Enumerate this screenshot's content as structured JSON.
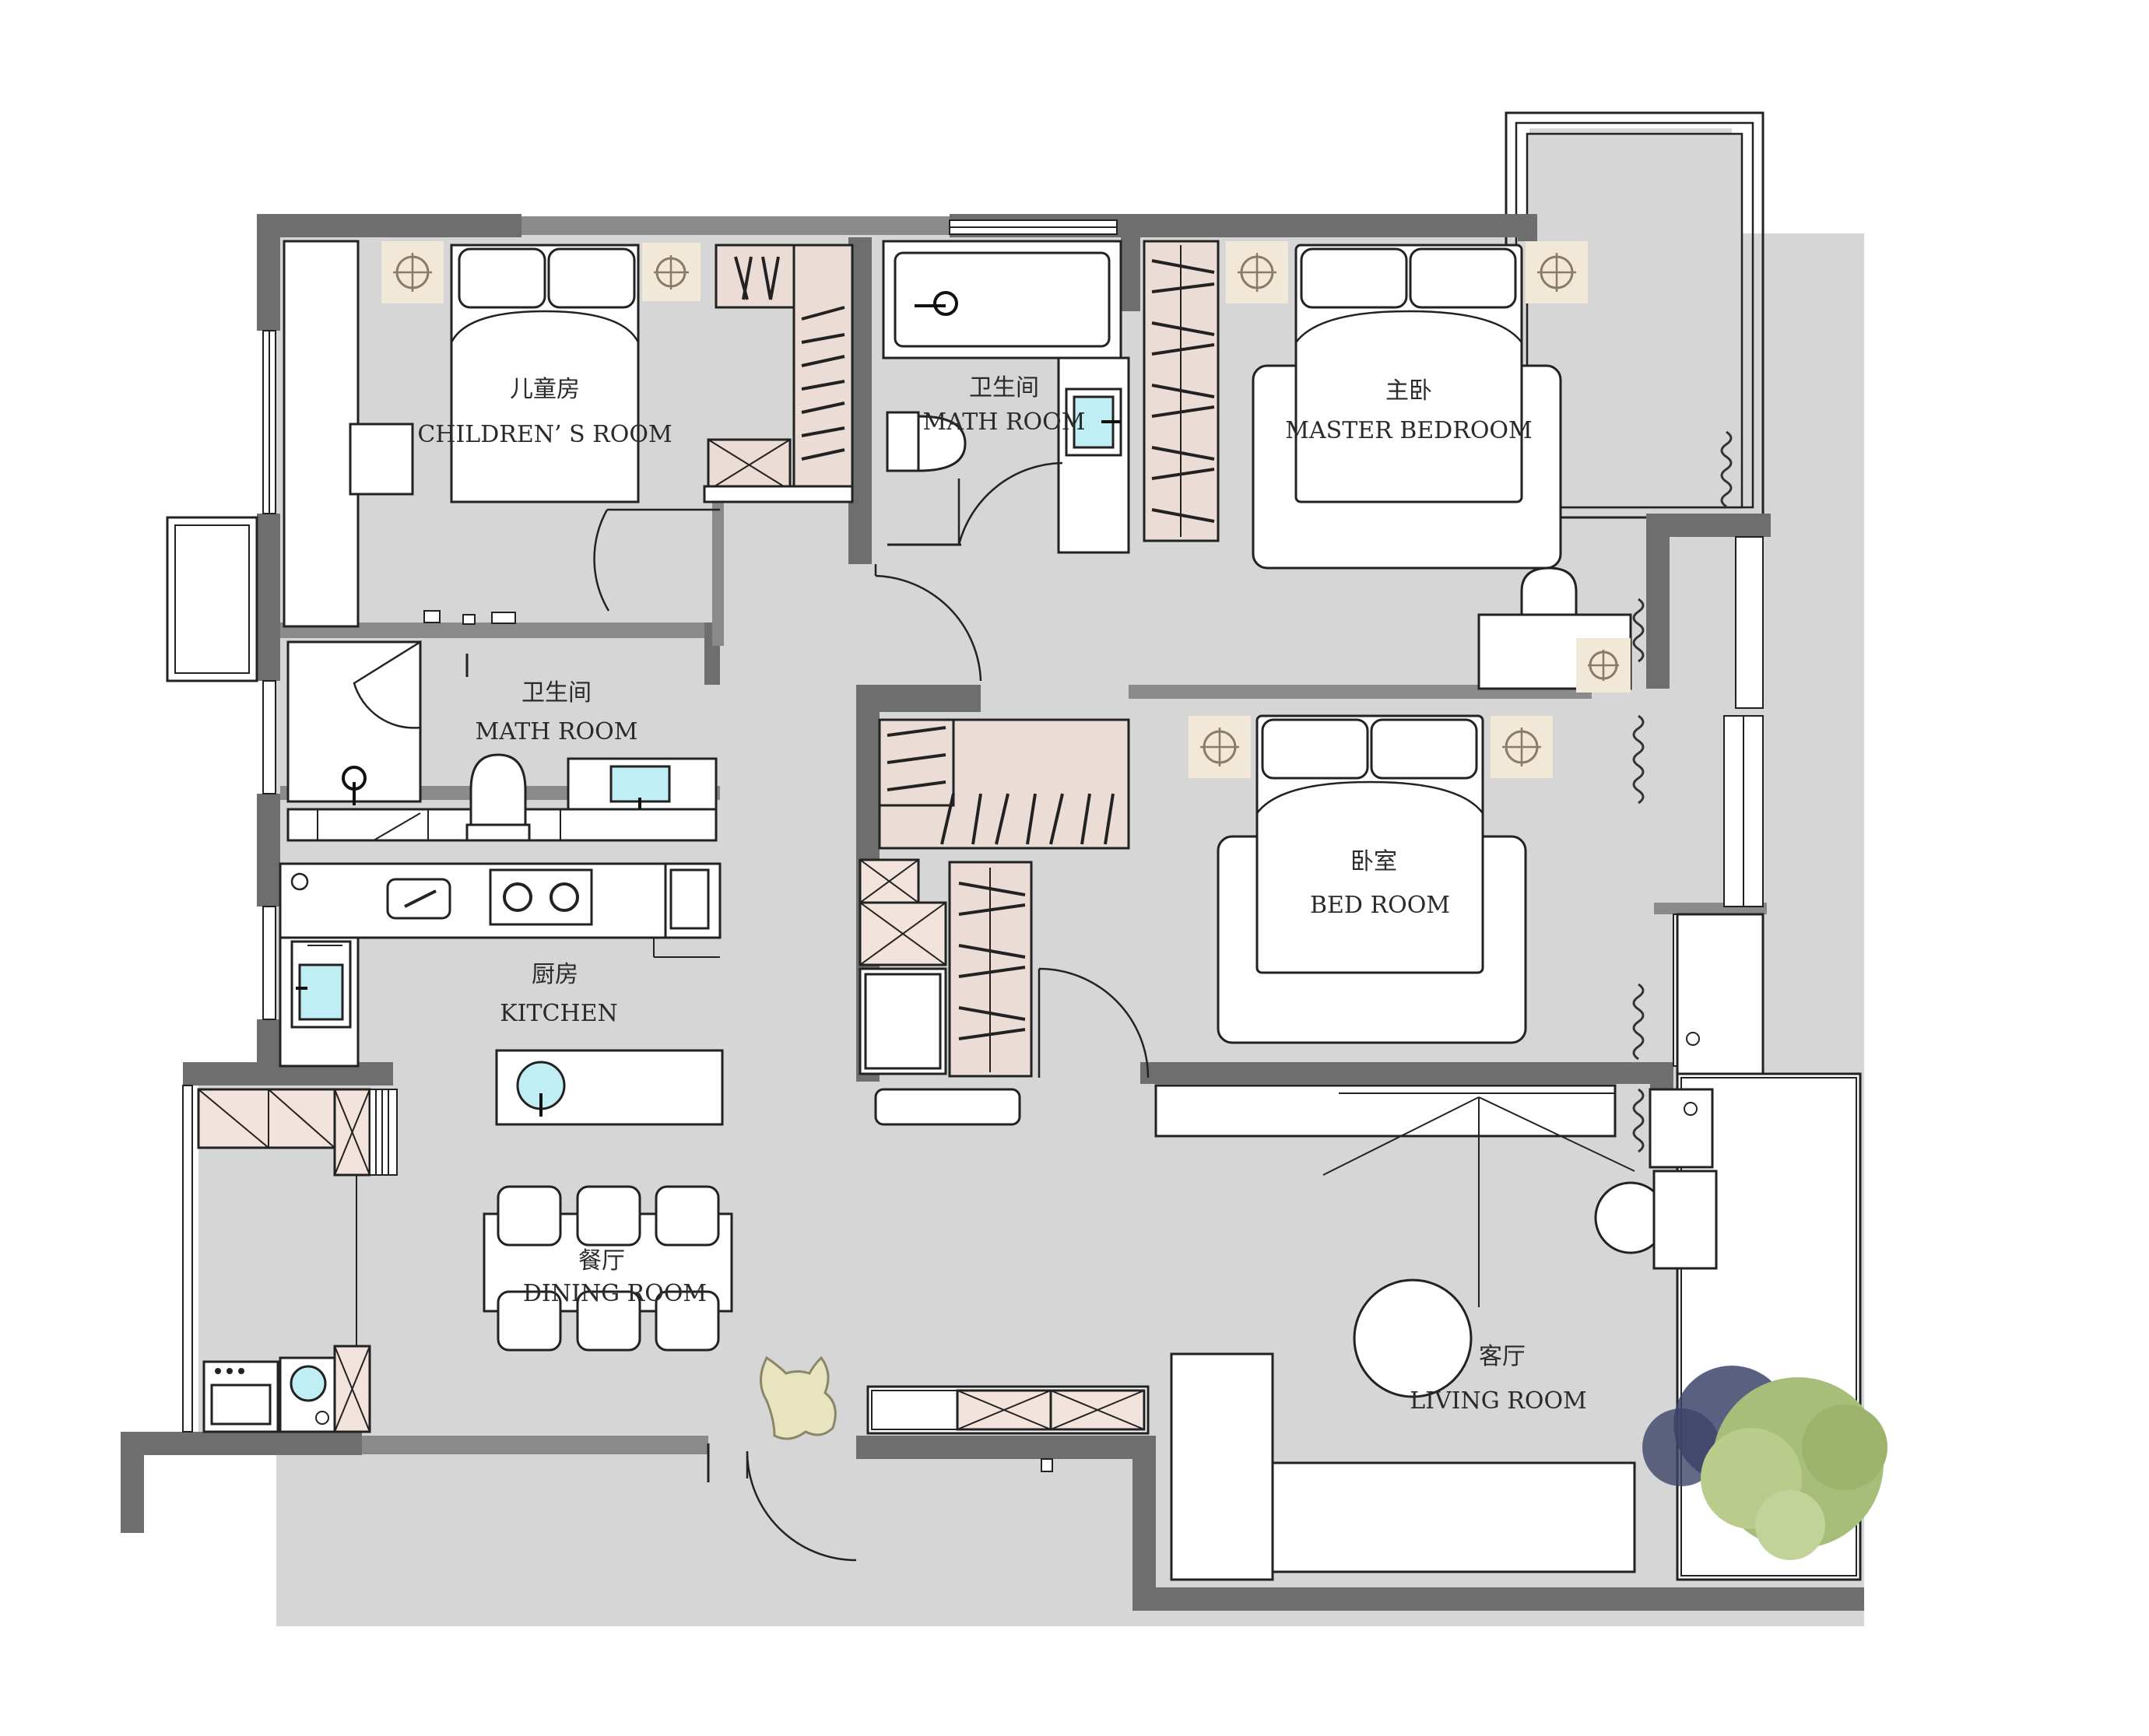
{
  "colors": {
    "floor": "#d6d6d6",
    "wall": "#6e6e6e",
    "wardrobe": "#ecdcd6",
    "glass": "#bfeff5",
    "lamp_glow": "#f4ead8",
    "tree": "#a7bd7a",
    "tree_shadow": "#3d4468"
  },
  "rooms": {
    "children": {
      "cn": "儿童房",
      "en": "CHILDREN’ S ROOM"
    },
    "bath_top": {
      "cn": "卫生间",
      "en": "MATH ROOM"
    },
    "master": {
      "cn": "主卧",
      "en": "MASTER BEDROOM"
    },
    "bath_left": {
      "cn": "卫生间",
      "en": "MATH ROOM"
    },
    "bedroom": {
      "cn": "卧室",
      "en": "BED ROOM"
    },
    "kitchen": {
      "cn": "厨房",
      "en": "KITCHEN"
    },
    "dining": {
      "cn": "餐厅",
      "en": "DINING ROOM"
    },
    "living": {
      "cn": "客厅",
      "en": "LIVING ROOM"
    }
  },
  "icons": [
    "bed-icon",
    "toilet-icon",
    "bathtub-icon",
    "sink-icon",
    "stove-icon",
    "wardrobe-icon",
    "ceiling-lamp-icon",
    "door-swing-icon",
    "dining-chair-icon",
    "plant-icon",
    "dog-icon",
    "washing-machine-icon"
  ]
}
